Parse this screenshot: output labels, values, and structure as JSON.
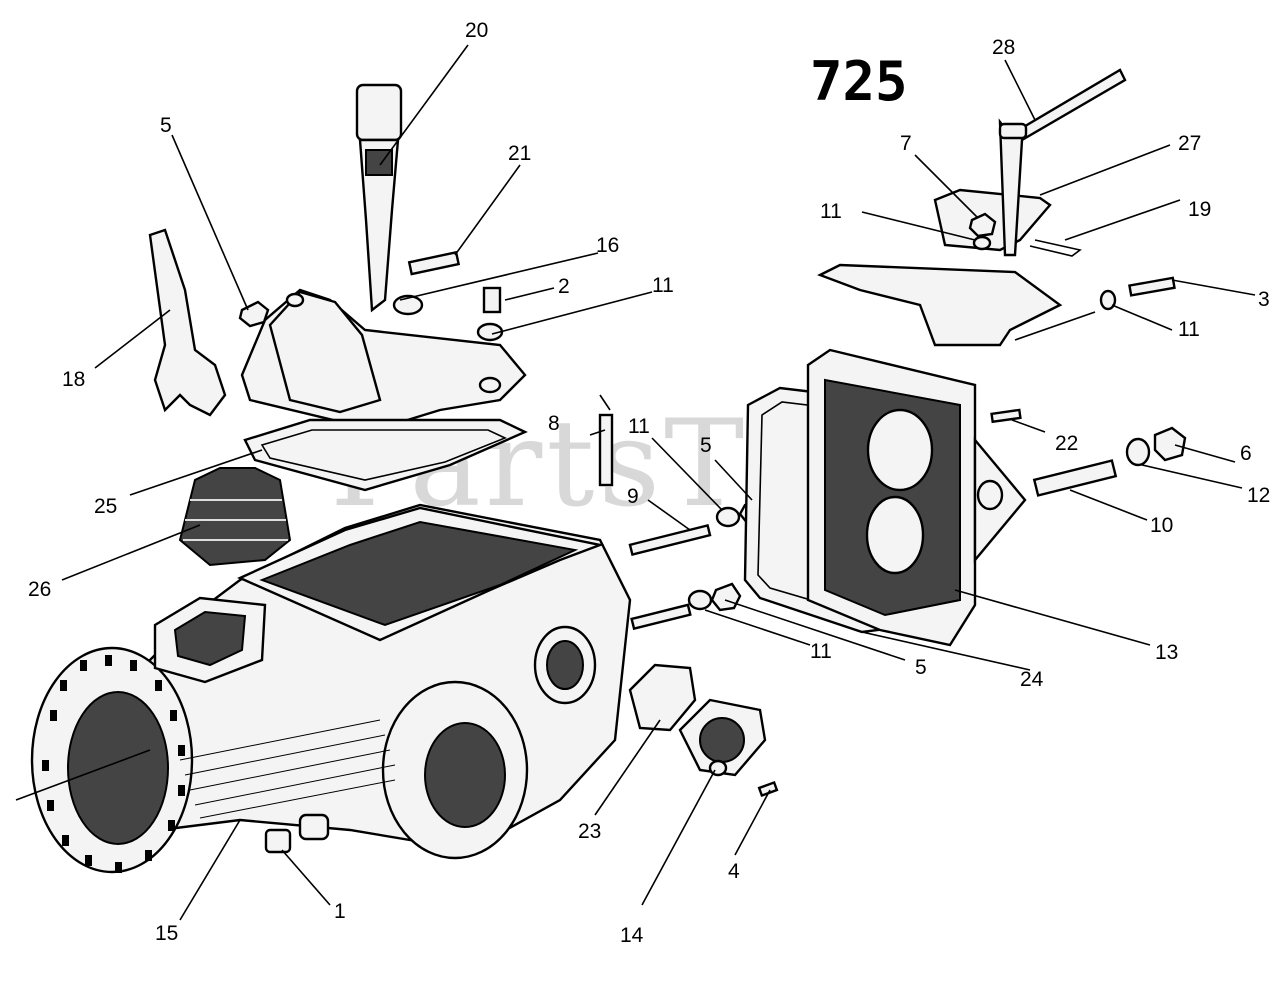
{
  "diagram": {
    "model_label": "725",
    "watermark": "PartsTree",
    "callouts": [
      {
        "id": "c1",
        "label": "1"
      },
      {
        "id": "c2",
        "label": "2"
      },
      {
        "id": "c3",
        "label": "3"
      },
      {
        "id": "c4",
        "label": "4"
      },
      {
        "id": "c5a",
        "label": "5"
      },
      {
        "id": "c5b",
        "label": "5"
      },
      {
        "id": "c5c",
        "label": "5"
      },
      {
        "id": "c6",
        "label": "6"
      },
      {
        "id": "c7",
        "label": "7"
      },
      {
        "id": "c8",
        "label": "8"
      },
      {
        "id": "c9",
        "label": "9"
      },
      {
        "id": "c10",
        "label": "10"
      },
      {
        "id": "c11a",
        "label": "11"
      },
      {
        "id": "c11b",
        "label": "11"
      },
      {
        "id": "c11c",
        "label": "11"
      },
      {
        "id": "c11d",
        "label": "11"
      },
      {
        "id": "c11e",
        "label": "11"
      },
      {
        "id": "c12",
        "label": "12"
      },
      {
        "id": "c13",
        "label": "13"
      },
      {
        "id": "c14",
        "label": "14"
      },
      {
        "id": "c15",
        "label": "15"
      },
      {
        "id": "c16",
        "label": "16"
      },
      {
        "id": "c18",
        "label": "18"
      },
      {
        "id": "c19",
        "label": "19"
      },
      {
        "id": "c20",
        "label": "20"
      },
      {
        "id": "c21",
        "label": "21"
      },
      {
        "id": "c22",
        "label": "22"
      },
      {
        "id": "c23",
        "label": "23"
      },
      {
        "id": "c24",
        "label": "24"
      },
      {
        "id": "c25",
        "label": "25"
      },
      {
        "id": "c26",
        "label": "26"
      },
      {
        "id": "c27",
        "label": "27"
      },
      {
        "id": "c28",
        "label": "28"
      }
    ]
  }
}
